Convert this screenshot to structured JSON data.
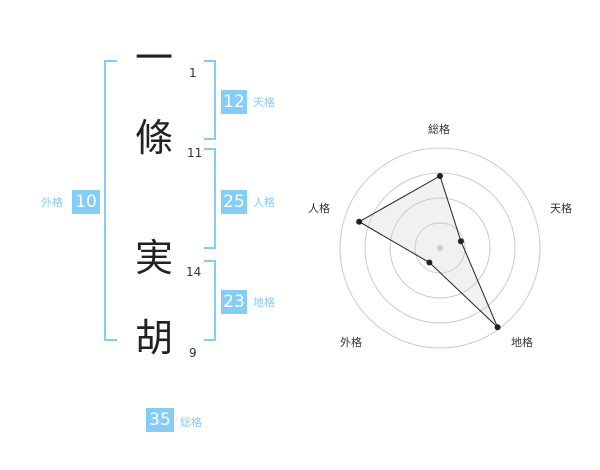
{
  "name": {
    "characters": [
      {
        "char": "一",
        "strokes": "1"
      },
      {
        "char": "條",
        "strokes": "11"
      },
      {
        "char": "実",
        "strokes": "14"
      },
      {
        "char": "胡",
        "strokes": "9"
      }
    ]
  },
  "fortune": {
    "tenkaku": {
      "value": "12",
      "label": "天格"
    },
    "jinkaku": {
      "value": "25",
      "label": "人格"
    },
    "chikaku": {
      "value": "23",
      "label": "地格"
    },
    "gaikaku": {
      "value": "10",
      "label": "外格"
    },
    "soukaku": {
      "value": "35",
      "label": "総格"
    }
  },
  "colors": {
    "accent": "#85cdf6",
    "text": "#222222",
    "radar_grid": "#cccccc"
  },
  "chart_data": {
    "type": "radar",
    "axes": [
      "総格",
      "天格",
      "地格",
      "外格",
      "人格"
    ],
    "values": [
      0.72,
      0.22,
      0.98,
      0.18,
      0.85
    ],
    "max": 1,
    "rings": 4
  }
}
